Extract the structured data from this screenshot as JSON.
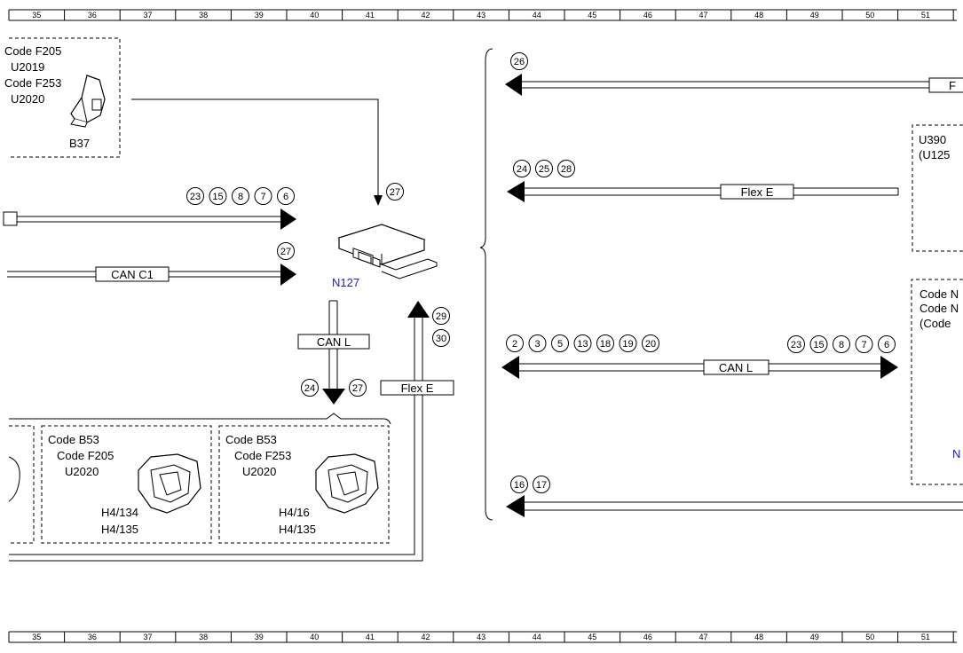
{
  "ruler": [
    "35",
    "36",
    "37",
    "38",
    "39",
    "40",
    "41",
    "42",
    "43",
    "44",
    "45",
    "46",
    "47",
    "48",
    "49",
    "50",
    "51"
  ],
  "components": {
    "b37": {
      "lines": [
        "Code F205",
        "U2019",
        "Code F253",
        "U2020"
      ],
      "id": "B37"
    },
    "n127": {
      "id": "N127"
    },
    "b53_f205": {
      "lines": [
        "Code B53",
        "Code F205",
        "U2020"
      ],
      "pins": [
        "H4/134",
        "H4/135"
      ]
    },
    "b53_f253": {
      "lines": [
        "Code B53",
        "Code F253",
        "U2020"
      ],
      "pins": [
        "H4/16",
        "H4/135"
      ]
    },
    "u390": {
      "lines": [
        "U390",
        "(U125"
      ]
    },
    "code_box": {
      "lines": [
        "Code N",
        "Code N",
        "(Code"
      ],
      "id": "N"
    }
  },
  "buses": {
    "can_c1": "CAN C1",
    "can_l_vertical": "CAN L",
    "flex_e_vertical": "Flex E",
    "flex_e_right": "Flex E",
    "can_l_right": "CAN L",
    "f_right": "F"
  },
  "bubbles": {
    "b37_line": [
      "27"
    ],
    "top_left_arrow": [
      "23",
      "15",
      "8",
      "7",
      "6"
    ],
    "can_c1_arrow": [
      "27"
    ],
    "can_l_down": [
      "24",
      "27"
    ],
    "flex_up": [
      "29",
      "30"
    ],
    "r_row1": [
      "26"
    ],
    "r_row2": [
      "24",
      "25",
      "28"
    ],
    "r_row3_left": [
      "2",
      "3",
      "5",
      "13",
      "18",
      "19",
      "20"
    ],
    "r_row3_right": [
      "23",
      "15",
      "8",
      "7",
      "6"
    ],
    "r_row4": [
      "16",
      "17"
    ]
  }
}
